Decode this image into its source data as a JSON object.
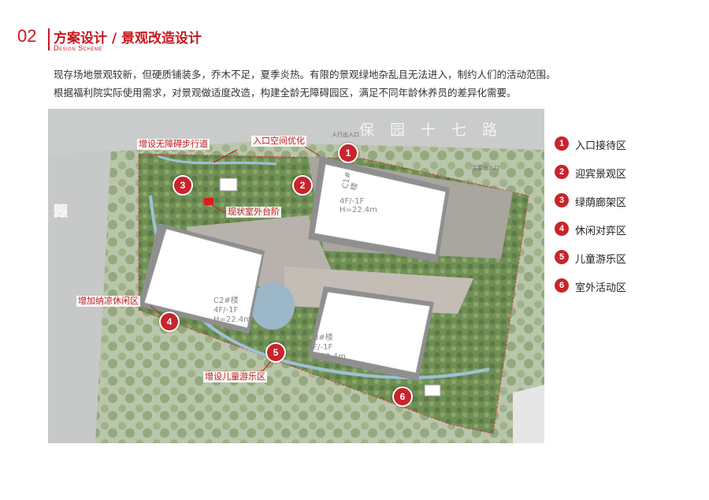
{
  "header": {
    "number": "02",
    "title": "方案设计 / 景观改造设计",
    "subtitle": "Design Scheme"
  },
  "paragraphs": [
    "现存场地景观较新，但硬质铺装多，乔木不足，夏季炎热。有限的景观绿地杂乱且无法进入，制约人们的活动范围。",
    "根据福利院实际使用需求，对景观做适度改造，构建全龄无障碍园区，满足不同年龄休养员的差异化需要。"
  ],
  "map": {
    "road_top": "保园十七路",
    "road_left": [
      "环",
      "保",
      "园",
      "五",
      "路"
    ],
    "buildings": {
      "c1": [
        "C1#楼",
        "4F/-1F",
        "H=22.4m"
      ],
      "c2": [
        "C2#楼",
        "4F/-1F",
        "H=22.4m"
      ],
      "c3": [
        "C3#楼",
        "4F/-1F",
        "H=22.4m"
      ]
    },
    "small_labels": {
      "entry_a": "人行出入口",
      "entry_b": "主要出入口"
    },
    "annotations": {
      "barrier_free_path": "增设无障碍步行道",
      "entrance_space": "入口空间优化",
      "existing_steps": "现状室外台阶",
      "shade_rest": "增加纳凉休闲区",
      "kids_play": "增设儿童游乐区"
    },
    "markers": [
      "1",
      "2",
      "3",
      "4",
      "5",
      "6"
    ]
  },
  "legend": [
    {
      "num": "1",
      "label": "入口接待区"
    },
    {
      "num": "2",
      "label": "迎宾景观区"
    },
    {
      "num": "3",
      "label": "绿荫廊架区"
    },
    {
      "num": "4",
      "label": "休闲对弈区"
    },
    {
      "num": "5",
      "label": "儿童游乐区"
    },
    {
      "num": "6",
      "label": "室外活动区"
    }
  ],
  "colors": {
    "accent": "#c8181f",
    "marker": "#c8242b"
  }
}
